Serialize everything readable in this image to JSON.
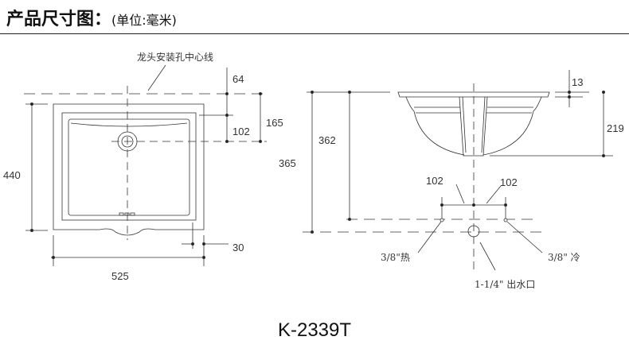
{
  "header": {
    "title": "产品尺寸图：",
    "unit": "(单位:毫米)"
  },
  "top_view": {
    "faucet_centerline_label": "龙头安装孔中心线",
    "dims": {
      "depth_total": "440",
      "width_total": "525",
      "faucet_offset": "64",
      "drain_offset": "102",
      "faucet_to_drain": "165",
      "rim_edge": "30"
    }
  },
  "side_view": {
    "dims": {
      "overall_height": "365",
      "supply_height": "362",
      "rim_thickness": "13",
      "bowl_depth": "219",
      "supply_left": "102",
      "supply_right": "102"
    },
    "hot_supply_label": "3/8\"热",
    "cold_supply_label": "3/8\" 冷",
    "drain_label": "1-1/4\" 出水口"
  },
  "model": "K-2339T"
}
